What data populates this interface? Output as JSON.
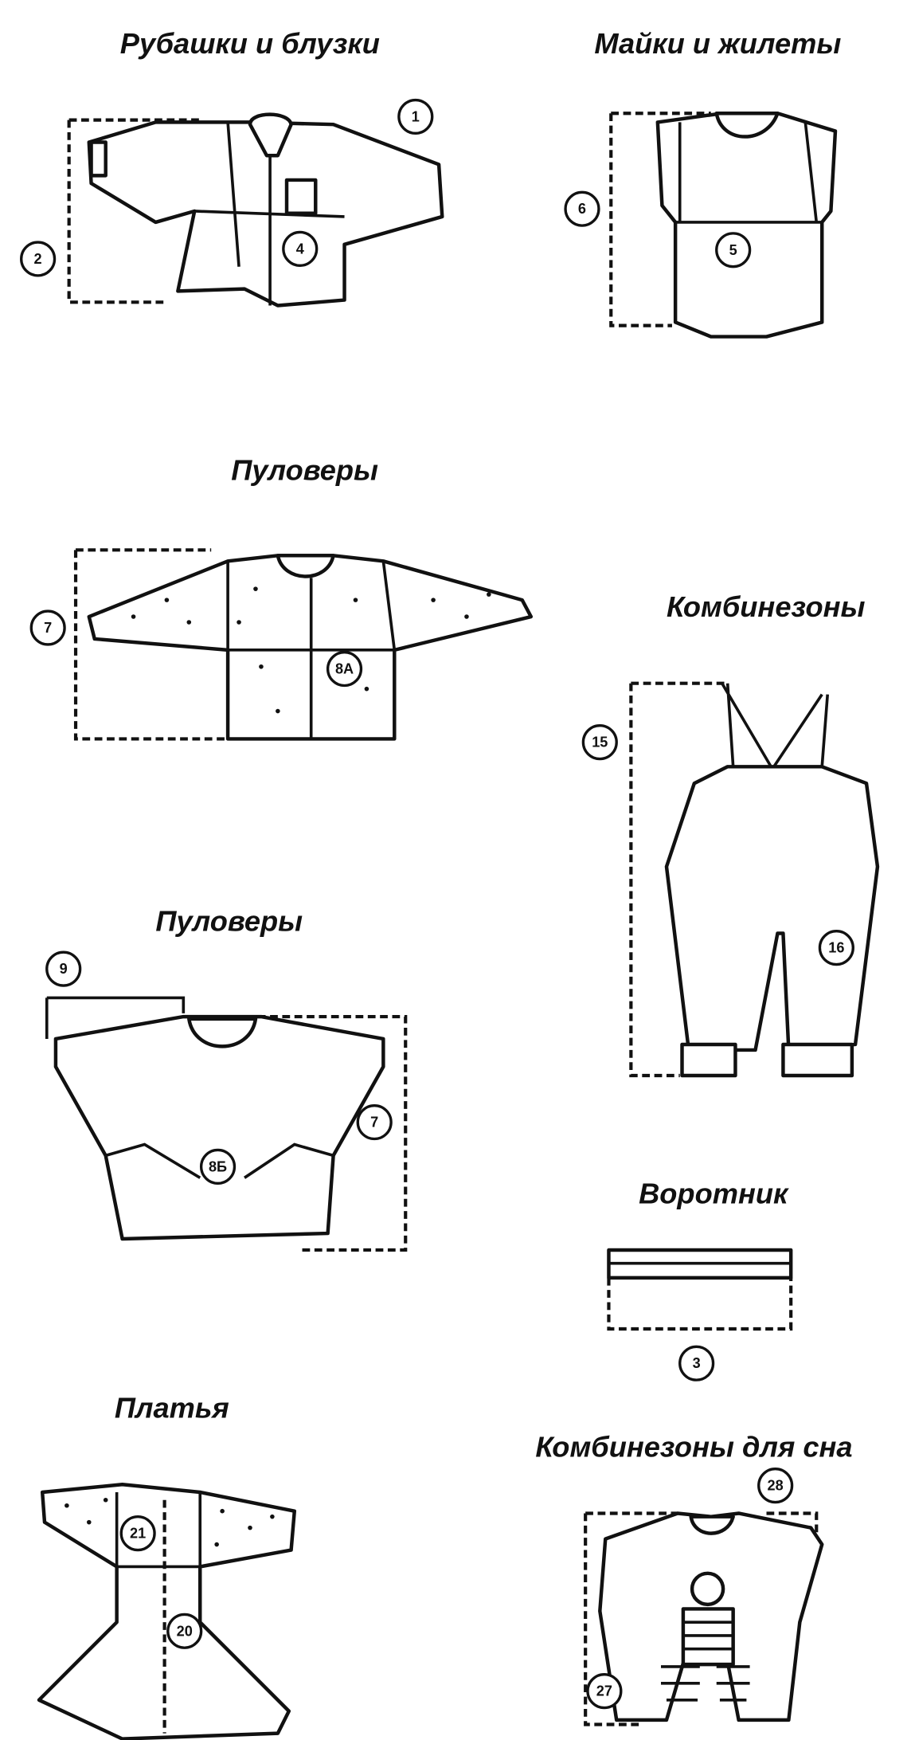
{
  "sections": {
    "shirts": {
      "title": "Рубашки и блузки",
      "labels": [
        "1",
        "2",
        "4"
      ]
    },
    "tanks": {
      "title": "Майки и жилеты",
      "labels": [
        "6",
        "5"
      ]
    },
    "pullovers_a": {
      "title": "Пуловеры",
      "labels": [
        "7",
        "8А"
      ]
    },
    "overalls": {
      "title": "Комбинезоны",
      "labels": [
        "15",
        "16"
      ]
    },
    "pullovers_b": {
      "title": "Пуловеры",
      "labels": [
        "9",
        "7",
        "8Б"
      ]
    },
    "collar": {
      "title": "Воротник",
      "labels": [
        "3"
      ]
    },
    "dresses": {
      "title": "Платья",
      "labels": [
        "21",
        "20"
      ]
    },
    "sleepsuits": {
      "title": "Комбинезоны для сна",
      "labels": [
        "28",
        "27"
      ]
    }
  }
}
